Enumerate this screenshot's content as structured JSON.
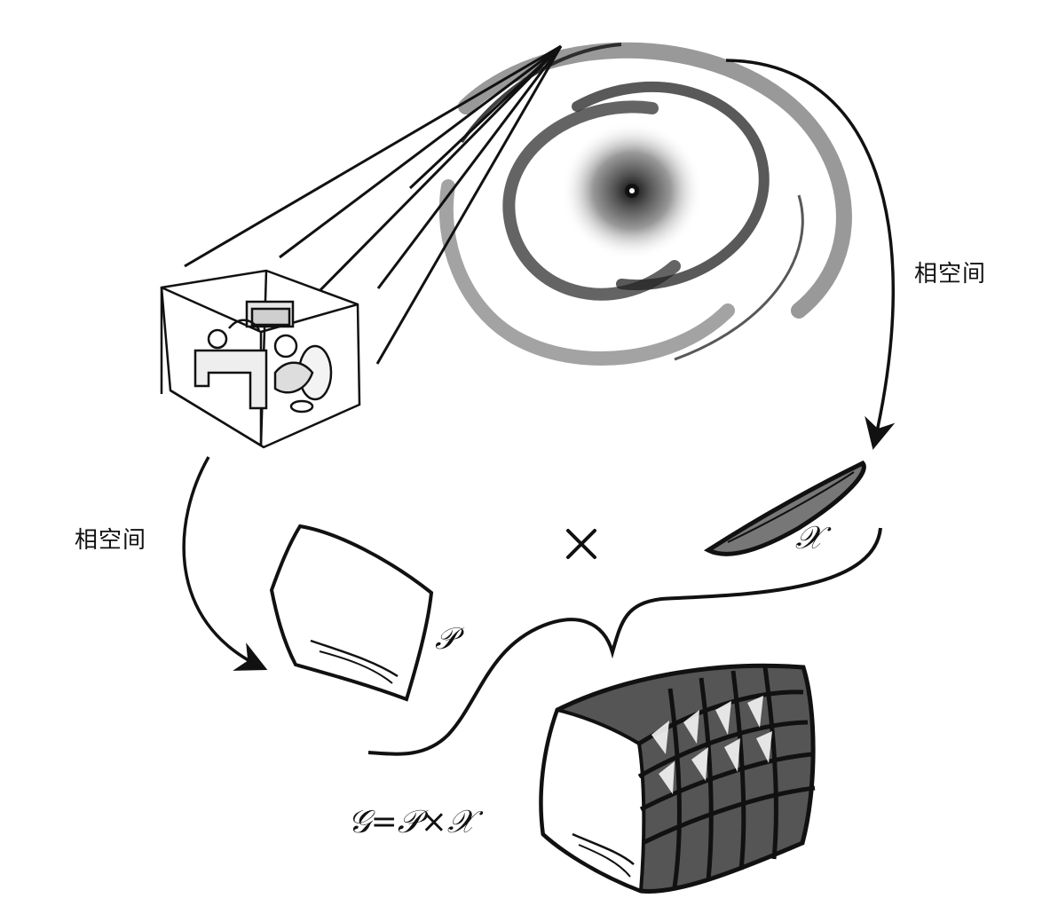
{
  "labels": {
    "phase_space_right": "相空间",
    "phase_space_left": "相空间",
    "x_symbol": "𝒳",
    "p_symbol": "𝒫",
    "times_symbol": "×",
    "formula": "𝒢=𝒫×𝒳"
  },
  "colors": {
    "ink": "#111111",
    "background": "#ffffff"
  },
  "icons": {
    "galaxy": "spiral-galaxy-icon",
    "box": "engine-box-icon",
    "ellipse": "position-space-ellipse-icon",
    "cube": "momentum-cube-icon",
    "grid_block": "product-space-block-icon"
  }
}
